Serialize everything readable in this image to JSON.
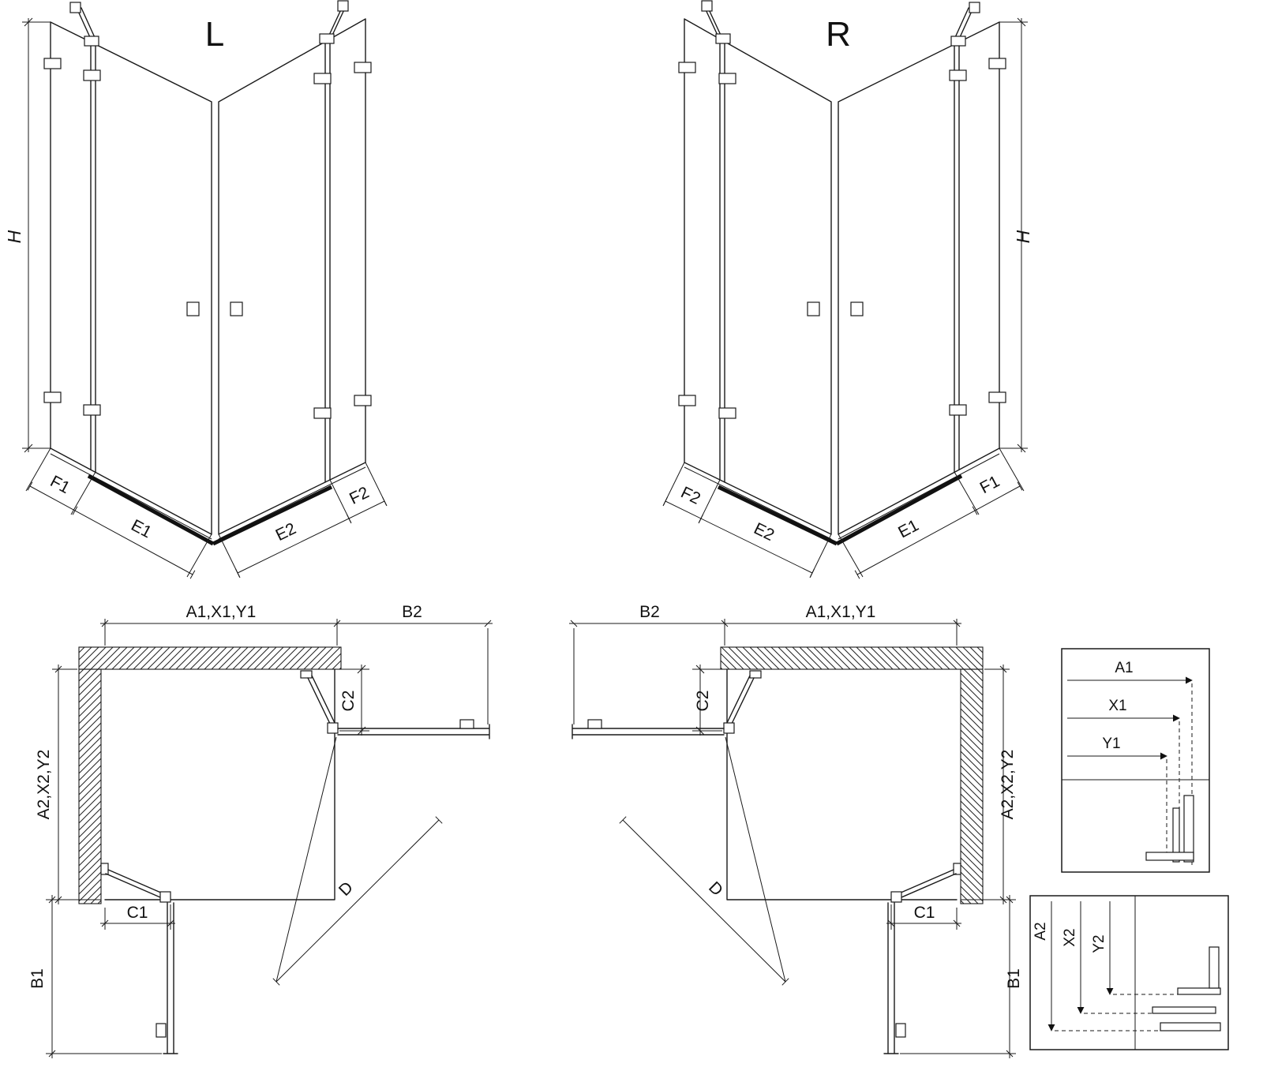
{
  "diagram": {
    "left_iso": {
      "label": "L",
      "h": "H",
      "f1": "F1",
      "e1": "E1",
      "e2": "E2",
      "f2": "F2"
    },
    "right_iso": {
      "label": "R",
      "h": "H",
      "f1": "F1",
      "e1": "E1",
      "e2": "E2",
      "f2": "F2"
    },
    "left_plan": {
      "a_top": "A1,X1,Y1",
      "b2": "B2",
      "c2": "C2",
      "a_side": "A2,X2,Y2",
      "c1": "C1",
      "b1": "B1",
      "d": "D"
    },
    "right_plan": {
      "a_top": "A1,X1,Y1",
      "b2": "B2",
      "c2": "C2",
      "a_side": "A2,X2,Y2",
      "c1": "C1",
      "b1": "B1",
      "d": "D"
    },
    "detail_top": {
      "a1": "A1",
      "x1": "X1",
      "y1": "Y1"
    },
    "detail_bottom": {
      "a2": "A2",
      "x2": "X2",
      "y2": "Y2"
    }
  }
}
